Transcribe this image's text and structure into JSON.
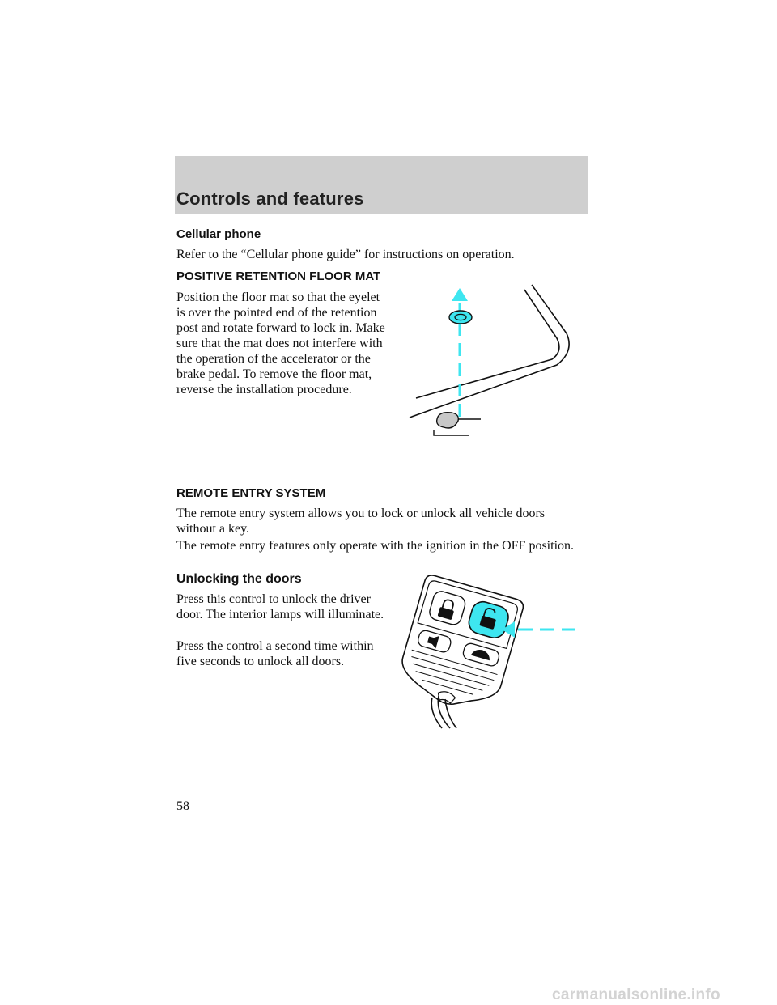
{
  "header": {
    "title": "Controls and features"
  },
  "cellular": {
    "heading": "Cellular phone",
    "text": "Refer to the “Cellular phone guide” for instructions on operation."
  },
  "floor_mat": {
    "heading": "POSITIVE RETENTION FLOOR MAT",
    "text": "Position the floor mat so that the eyelet is over the pointed end of the retention post and rotate forward to lock in. Make sure that the mat does not interfere with the operation of the accelerator or the brake pedal. To remove the floor mat, reverse the installation procedure."
  },
  "remote_entry": {
    "heading": "REMOTE ENTRY SYSTEM",
    "para1": "The remote entry system allows you to lock or unlock all vehicle doors without a key.",
    "para2": "The remote entry features only operate with the ignition in the OFF position."
  },
  "unlocking": {
    "heading": "Unlocking the doors",
    "para1": "Press this control to unlock the driver door. The interior lamps will illuminate.",
    "para2": "Press the control a second time within five seconds to unlock all doors."
  },
  "footer": {
    "page_number": "58",
    "watermark": "carmanualsonline.info"
  },
  "colors": {
    "header_band": "#cfcfcf",
    "accent_cyan": "#3ee6f0",
    "text": "#111111"
  },
  "icons": [
    "floor-mat-diagram",
    "remote-key-fob-diagram"
  ]
}
